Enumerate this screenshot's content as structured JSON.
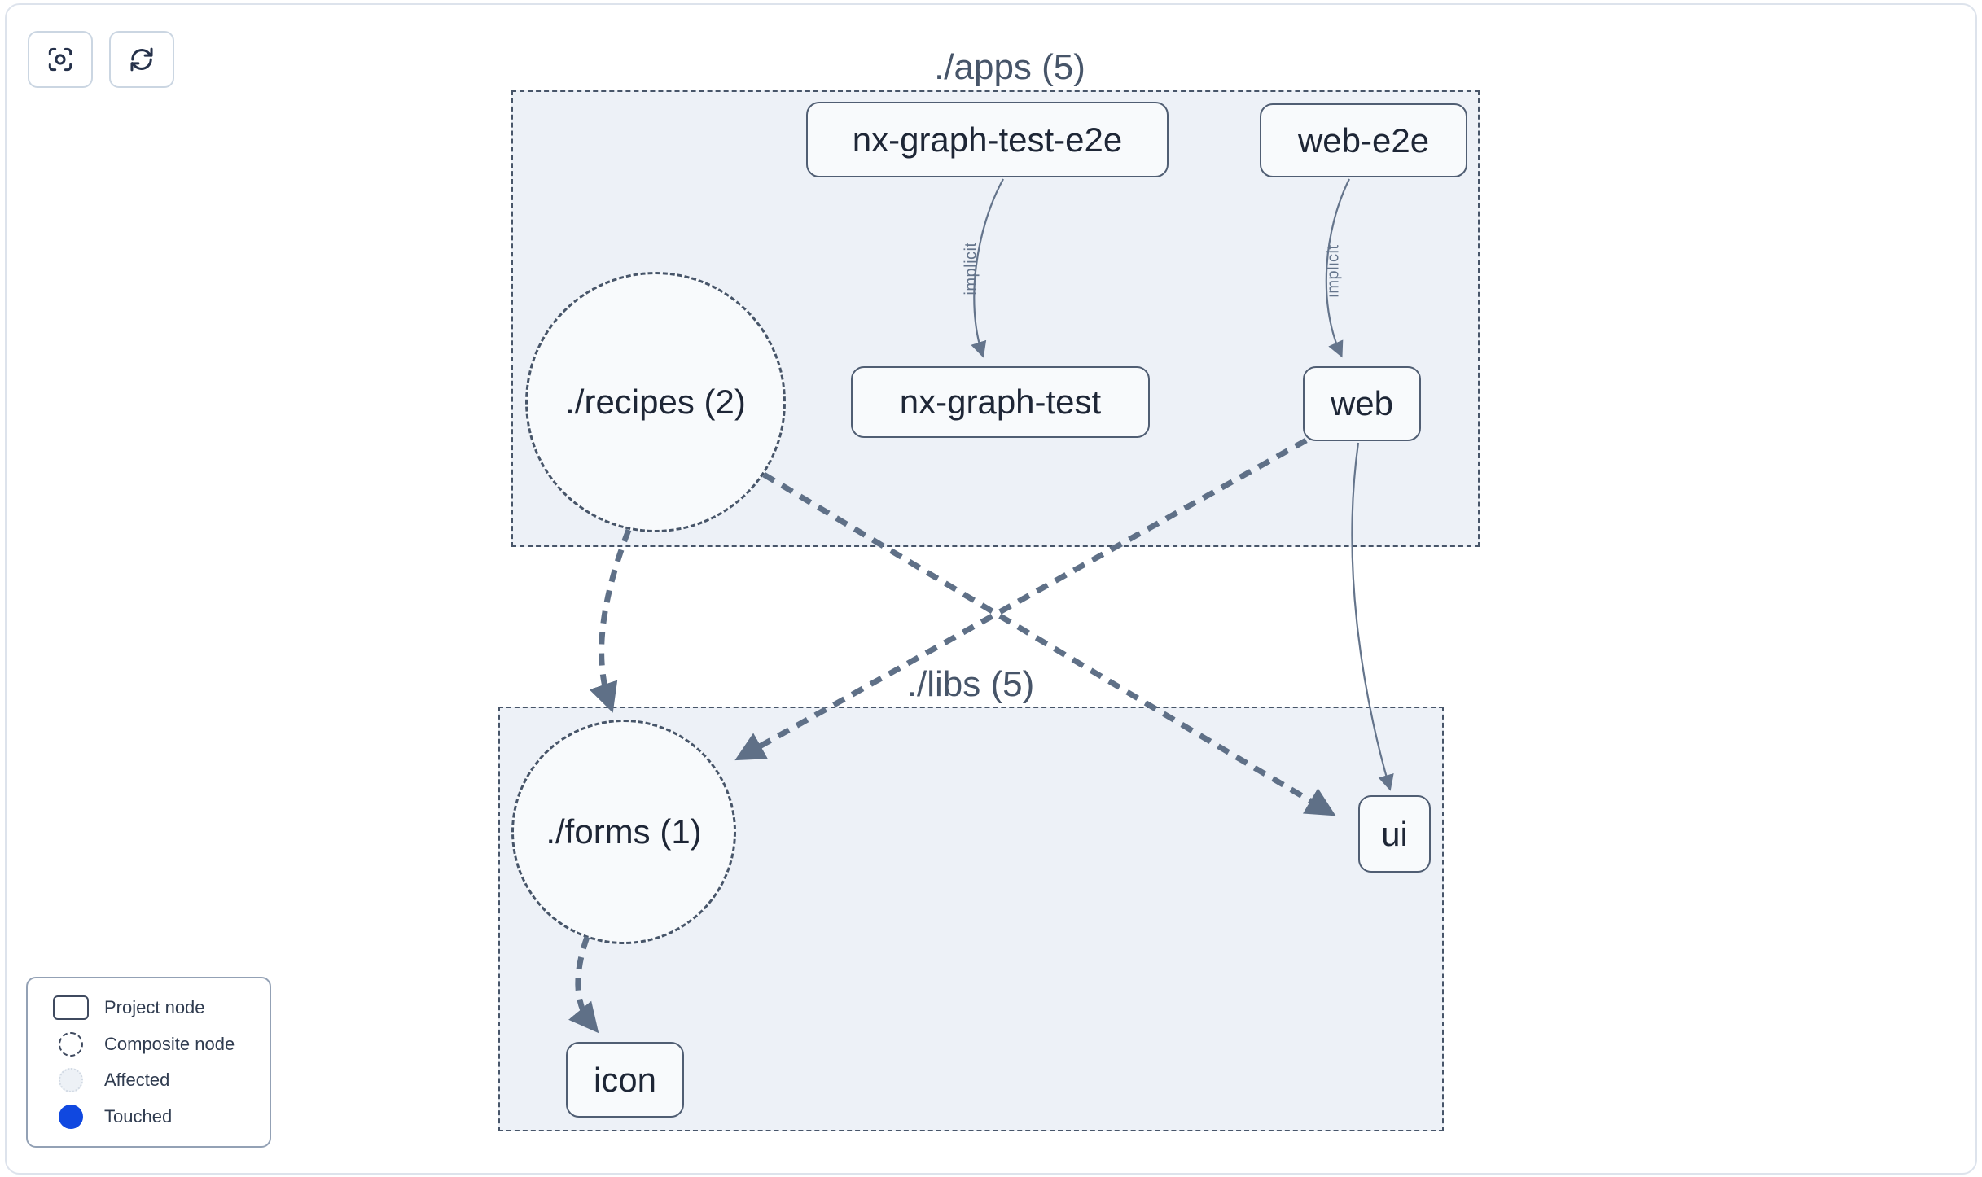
{
  "toolbar": {
    "buttons": [
      {
        "name": "focus-view",
        "icon": "viewfinder-icon"
      },
      {
        "name": "refresh-graph",
        "icon": "refresh-icon"
      }
    ]
  },
  "graph": {
    "groups": [
      {
        "id": "apps",
        "label": "./apps (5)"
      },
      {
        "id": "libs",
        "label": "./libs (5)"
      }
    ],
    "composites": [
      {
        "id": "recipes",
        "label": "./recipes (2)"
      },
      {
        "id": "forms",
        "label": "./forms (1)"
      }
    ],
    "nodes": [
      {
        "id": "nx-graph-test-e2e",
        "label": "nx-graph-test-e2e"
      },
      {
        "id": "web-e2e",
        "label": "web-e2e"
      },
      {
        "id": "nx-graph-test",
        "label": "nx-graph-test"
      },
      {
        "id": "web",
        "label": "web"
      },
      {
        "id": "ui",
        "label": "ui"
      },
      {
        "id": "icon",
        "label": "icon"
      }
    ],
    "edges": [
      {
        "from": "nx-graph-test-e2e",
        "to": "nx-graph-test",
        "style": "solid-thin",
        "label": "implicit"
      },
      {
        "from": "web-e2e",
        "to": "web",
        "style": "solid-thin",
        "label": "implicit"
      },
      {
        "from": "web",
        "to": "ui",
        "style": "solid-thin",
        "label": ""
      },
      {
        "from": "./recipes (2)",
        "to": "./forms (1)",
        "style": "dashed-bold",
        "label": ""
      },
      {
        "from": "./recipes (2)",
        "to": "ui",
        "style": "dashed-bold",
        "label": ""
      },
      {
        "from": "web",
        "to": "./forms (1)",
        "style": "dashed-bold",
        "label": ""
      },
      {
        "from": "./forms (1)",
        "to": "icon",
        "style": "dashed-bold",
        "label": ""
      }
    ]
  },
  "legend": {
    "items": [
      {
        "label": "Project node",
        "symbol": "project-rect"
      },
      {
        "label": "Composite node",
        "symbol": "composite-circle"
      },
      {
        "label": "Affected",
        "symbol": "affected-circle"
      },
      {
        "label": "Touched",
        "symbol": "touched-circle"
      }
    ]
  },
  "colors": {
    "touched_blue": "#1048e0",
    "group_fill": "#edf1f7",
    "group_border": "#475569",
    "edge_gray": "#5f7087",
    "node_text": "#1e2636"
  }
}
